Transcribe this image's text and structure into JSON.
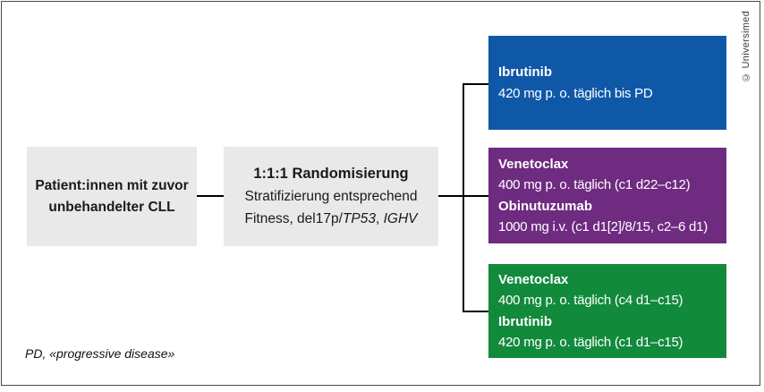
{
  "patient_box": {
    "line1": "Patient:innen mit zuvor",
    "line2": "unbehandelter CLL"
  },
  "randomization_box": {
    "title": "1:1:1 Randomisierung",
    "subtitle": "Stratifizierung entsprechend",
    "strat_prefix": "Fitness, del17p/",
    "strat_gene1": "TP53",
    "strat_separator": ", ",
    "strat_gene2": "IGHV"
  },
  "arms": [
    {
      "color": "#0f58a8",
      "lines": [
        {
          "text": "Ibrutinib",
          "bold": true
        },
        {
          "text": "420 mg p. o. täglich bis PD",
          "bold": false
        }
      ]
    },
    {
      "color": "#6e2b80",
      "lines": [
        {
          "text": "Venetoclax",
          "bold": true
        },
        {
          "text": "400 mg p. o. täglich (c1 d22–c12)",
          "bold": false
        },
        {
          "text": "Obinutuzumab",
          "bold": true
        },
        {
          "text": "1000 mg i.v. (c1 d1[2]/8/15, c2–6 d1)",
          "bold": false
        }
      ]
    },
    {
      "color": "#128a3c",
      "lines": [
        {
          "text": "Venetoclax",
          "bold": true
        },
        {
          "text": "400 mg p. o. täglich (c4 d1–c15)",
          "bold": false
        },
        {
          "text": "Ibrutinib",
          "bold": true
        },
        {
          "text": "420 mg p. o. täglich (c1 d1–c15)",
          "bold": false
        }
      ]
    }
  ],
  "footnote": "PD, «progressive disease»",
  "credit": "© Universimed",
  "colors": {
    "box_gray": "#e9e9e9",
    "connector": "#000000"
  }
}
